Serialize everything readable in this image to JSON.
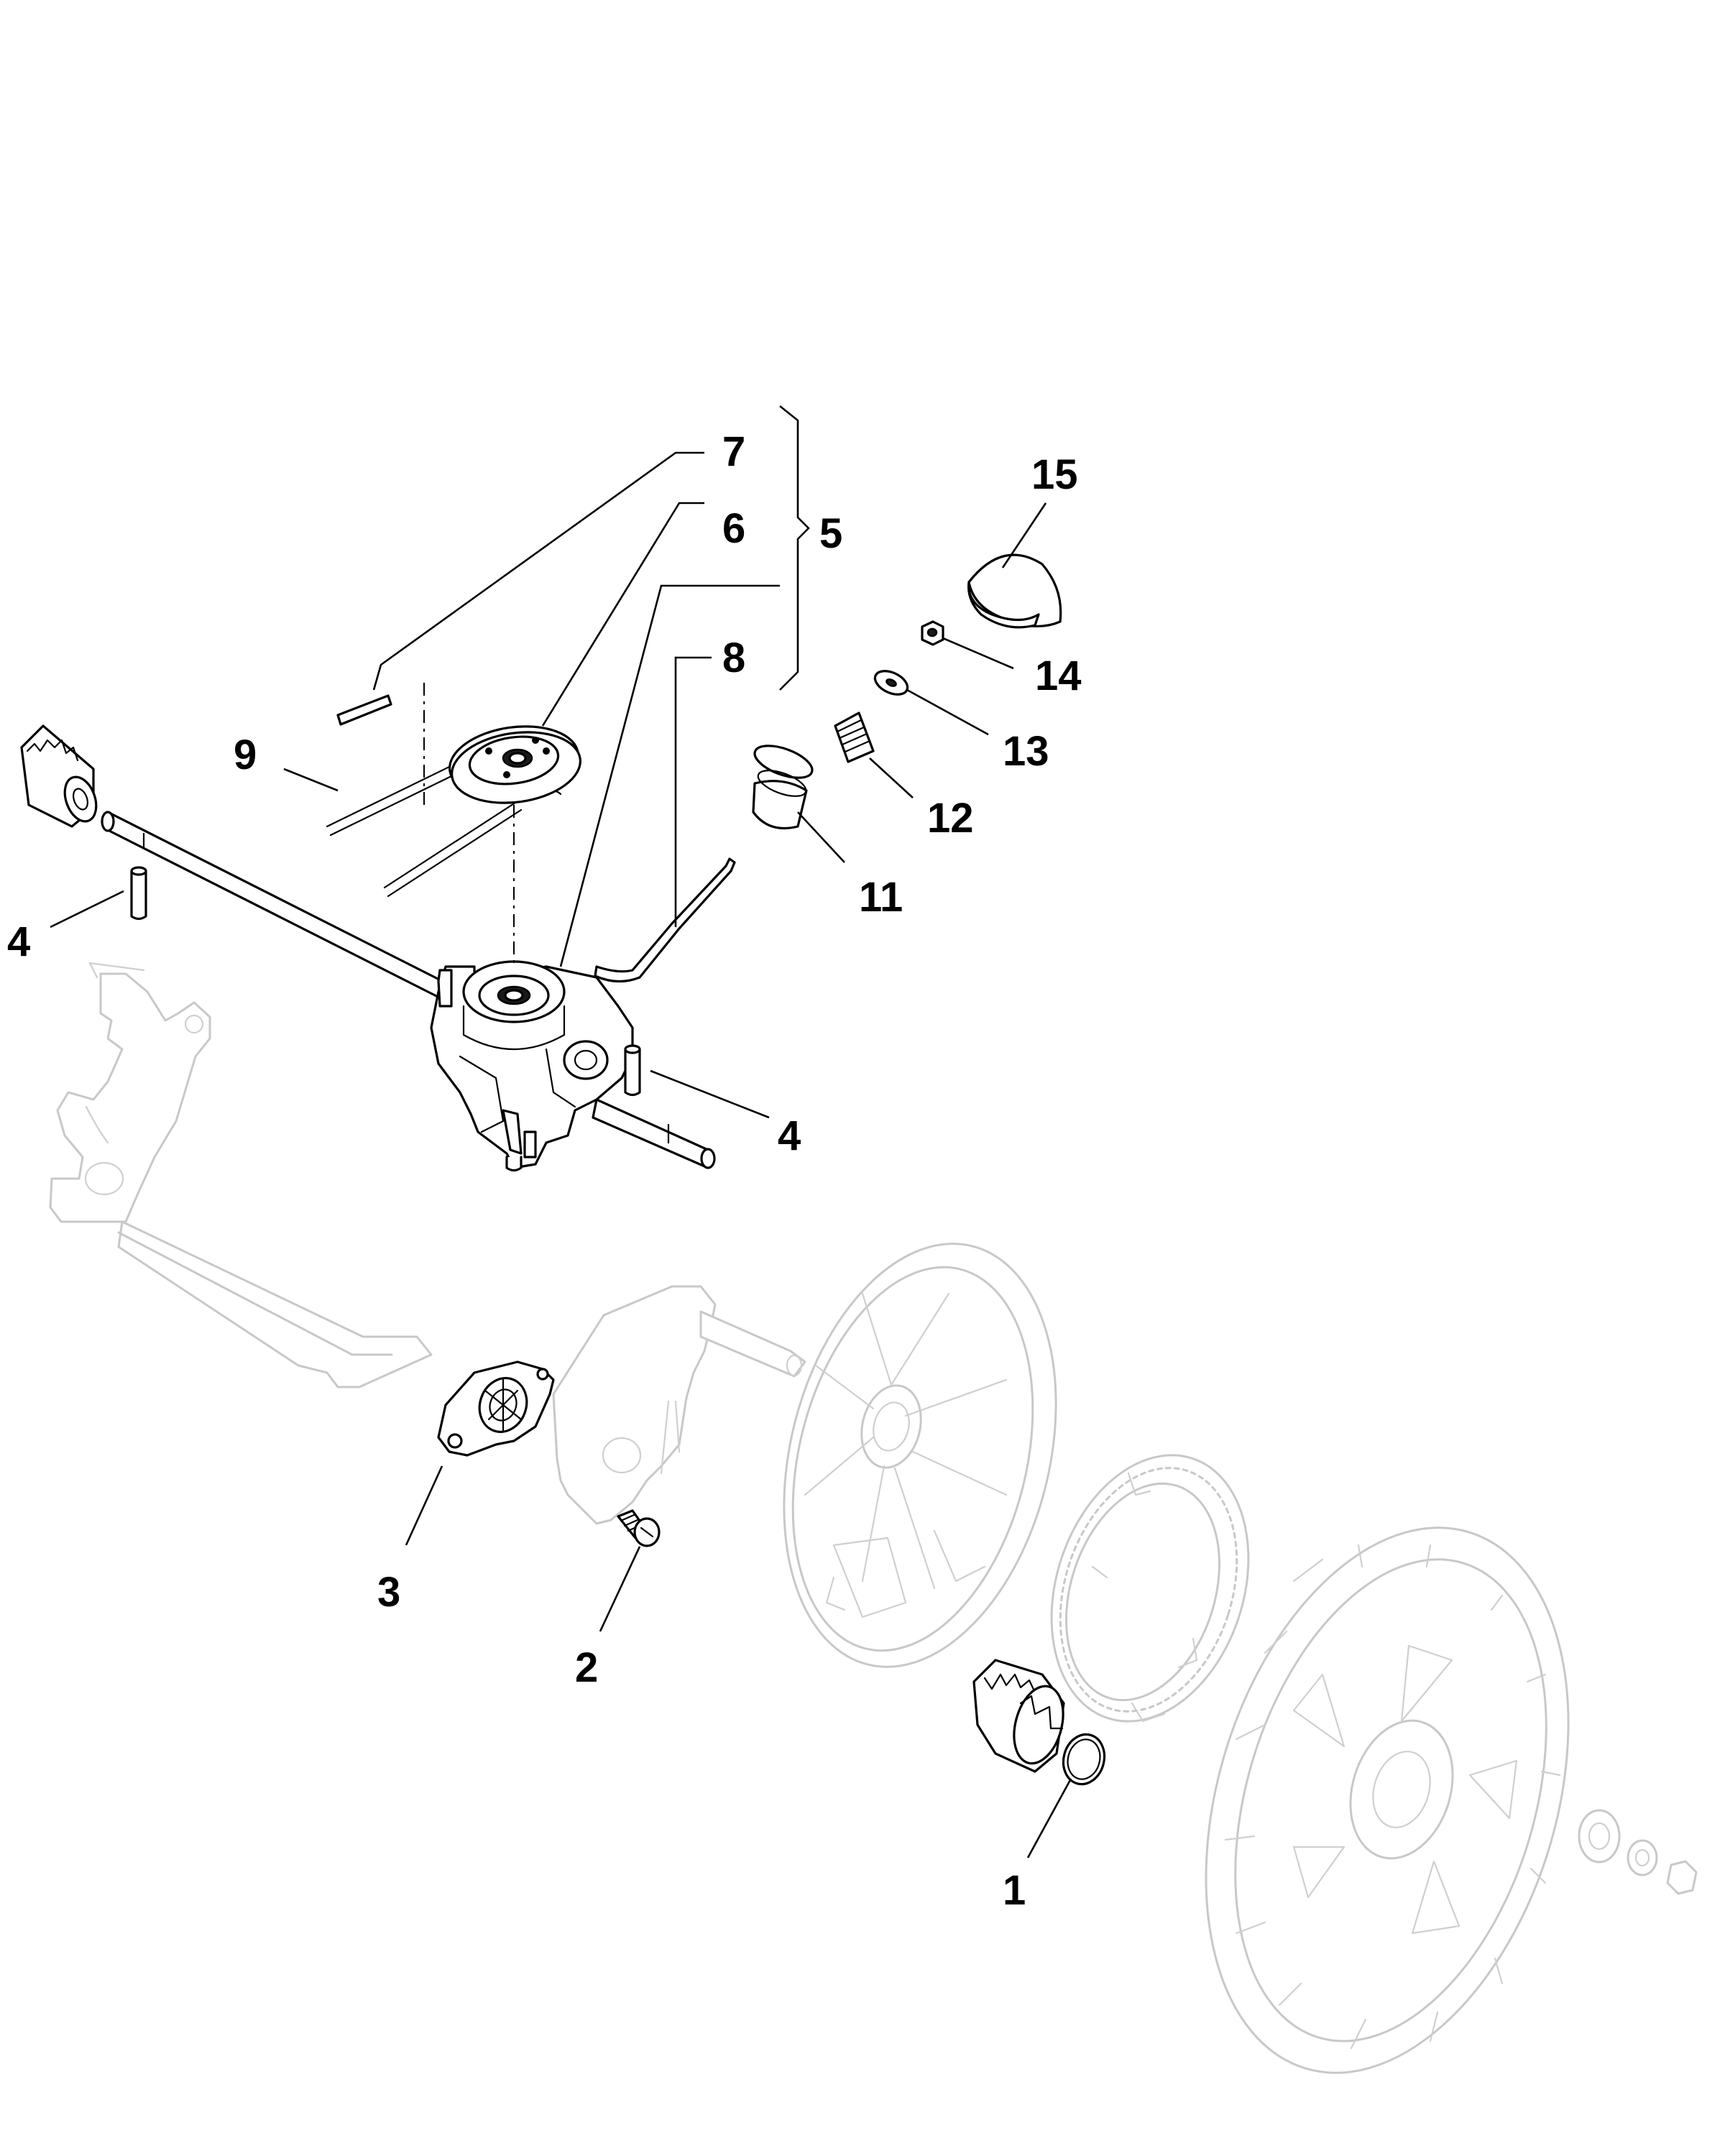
{
  "diagram": {
    "callouts": [
      "1",
      "2",
      "3",
      "4",
      "5",
      "6",
      "7",
      "8",
      "9",
      "11",
      "12",
      "13",
      "14",
      "15"
    ],
    "callout_4_repeat": "4"
  }
}
